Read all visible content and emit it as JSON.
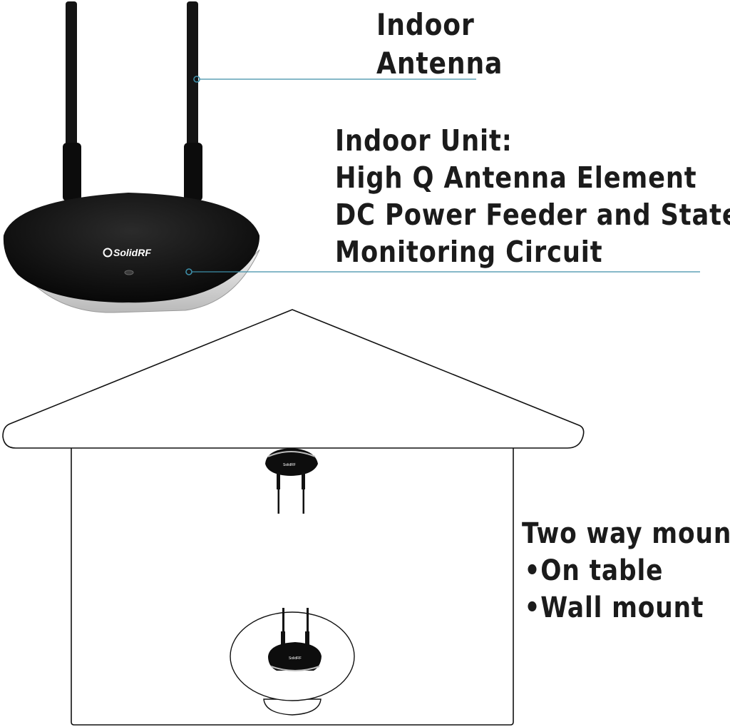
{
  "labels": {
    "indoor_antenna": [
      "Indoor",
      "Antenna"
    ],
    "indoor_unit": [
      "Indoor Unit:",
      "High Q Antenna Element",
      "DC Power Feeder and State",
      "Monitoring Circuit"
    ],
    "mount": {
      "title": "Two way mount",
      "options": [
        "•On table",
        "•Wall mount"
      ]
    }
  },
  "brand": {
    "logo_text": "SolidRF"
  },
  "colors": {
    "device_body": "#0c0c0c",
    "callout_line": "#3d8ea8",
    "outline": "#111111"
  }
}
